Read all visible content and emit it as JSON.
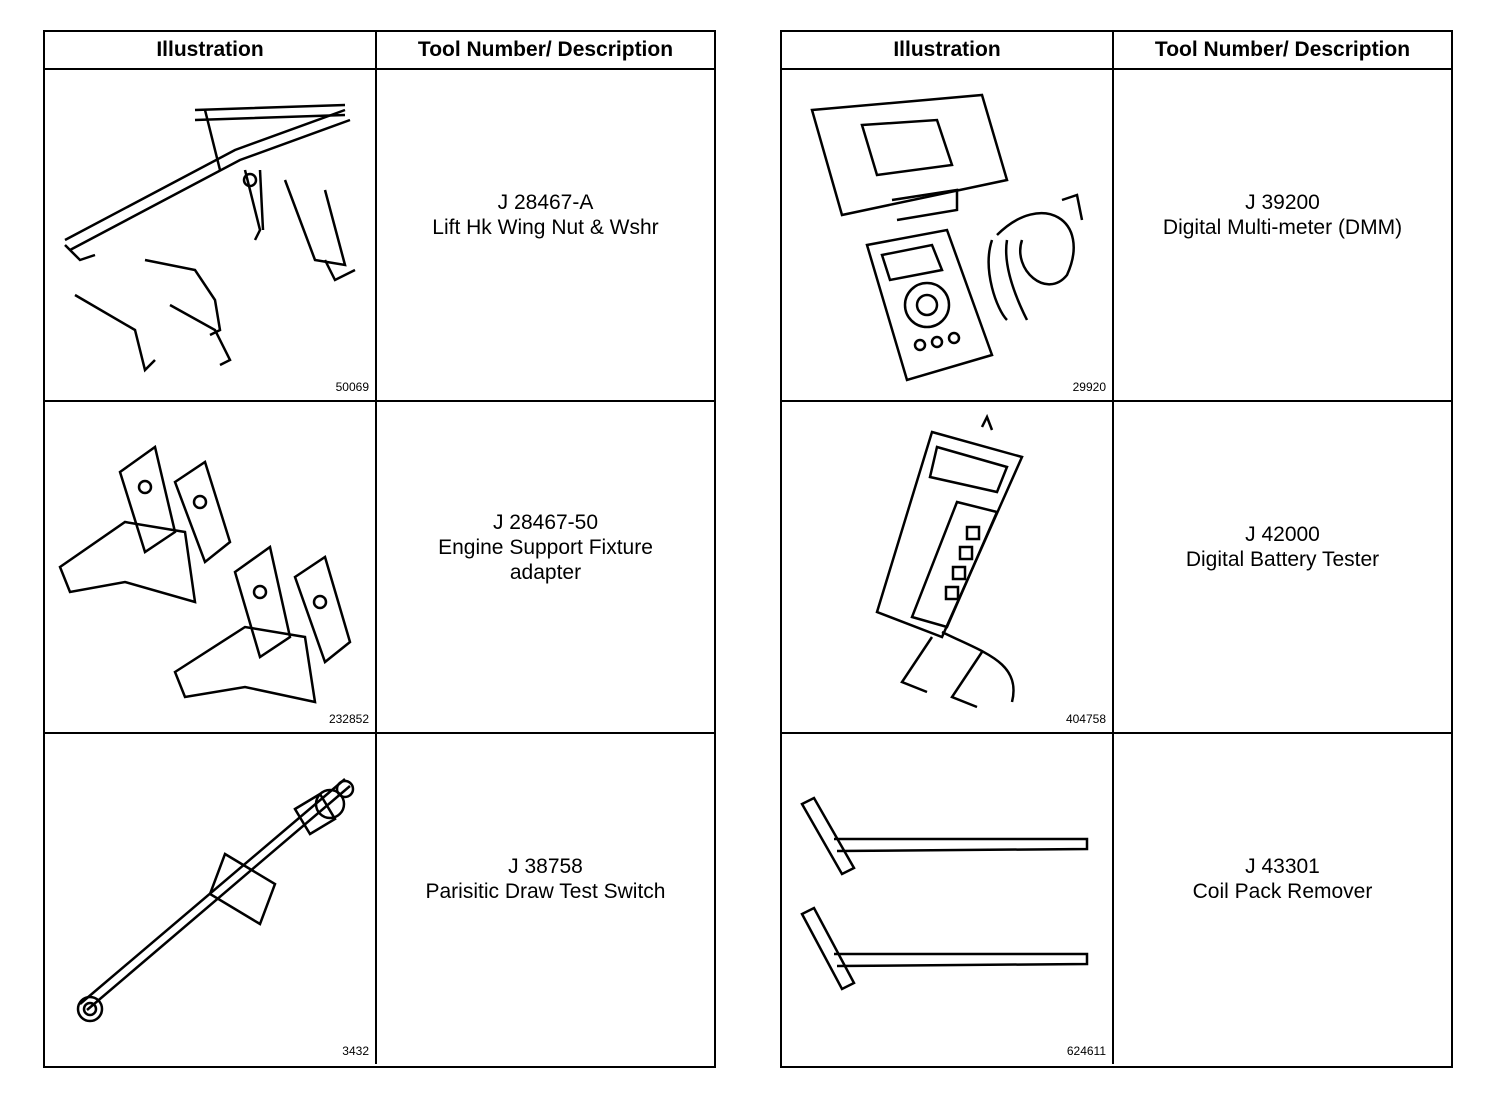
{
  "headers": {
    "illustration": "Illustration",
    "tool": "Tool Number/ Description"
  },
  "left": [
    {
      "fig": "50069",
      "number": "J 28467-A",
      "desc": [
        "Lift Hk Wing Nut & Wshr"
      ]
    },
    {
      "fig": "232852",
      "number": "J 28467-50",
      "desc": [
        "Engine Support Fixture",
        "adapter"
      ]
    },
    {
      "fig": "3432",
      "number": "J 38758",
      "desc": [
        "Parisitic Draw Test Switch"
      ]
    }
  ],
  "right": [
    {
      "fig": "29920",
      "number": "J 39200",
      "desc": [
        "Digital Multi-meter (DMM)"
      ]
    },
    {
      "fig": "404758",
      "number": "J 42000",
      "desc": [
        "Digital Battery Tester"
      ]
    },
    {
      "fig": "624611",
      "number": "J 43301",
      "desc": [
        "Coil Pack Remover"
      ]
    }
  ]
}
